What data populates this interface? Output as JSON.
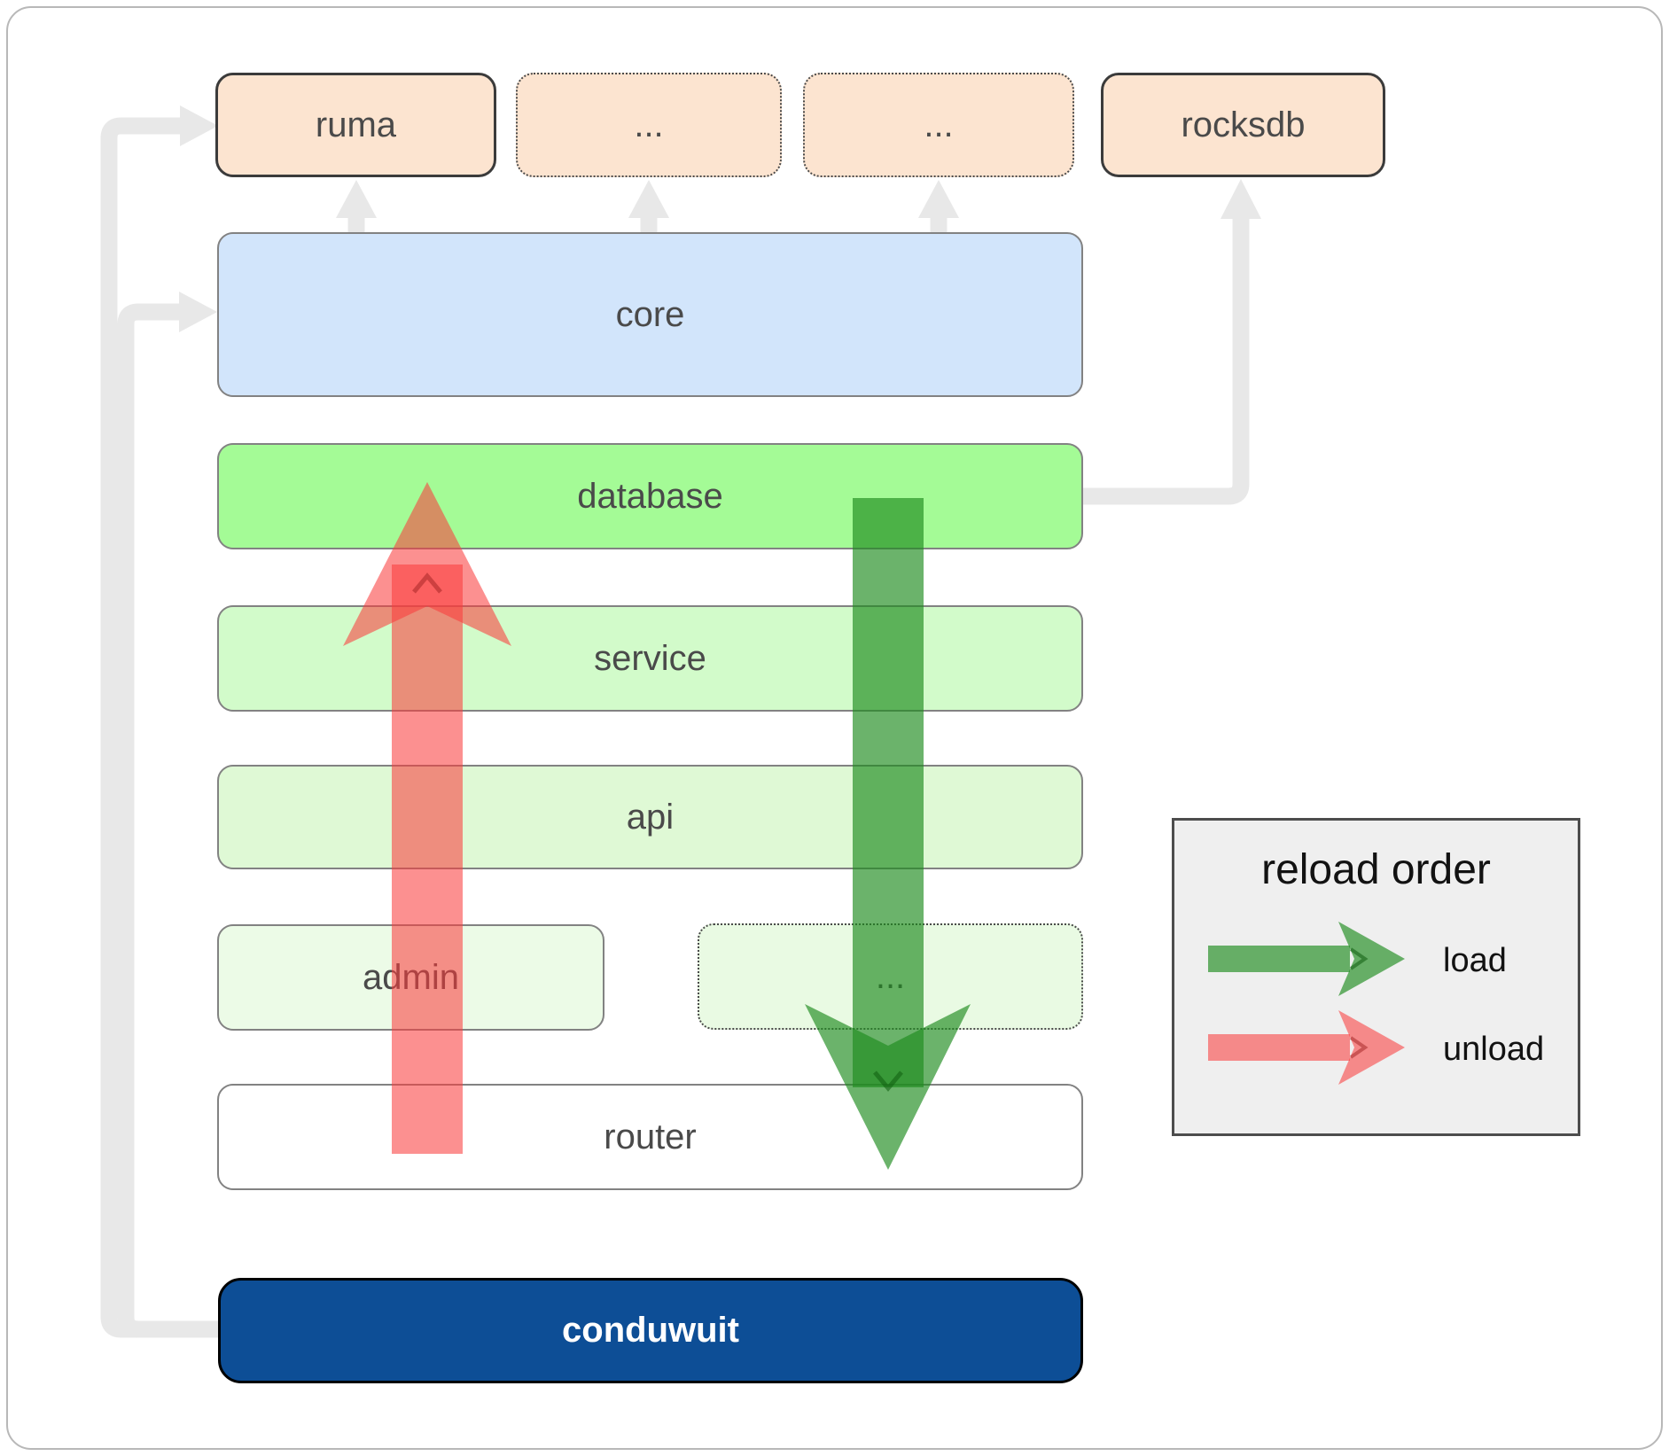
{
  "nodes": {
    "ruma": "ruma",
    "ellipsis_top_1": "...",
    "ellipsis_top_2": "...",
    "rocksdb": "rocksdb",
    "core": "core",
    "database": "database",
    "service": "service",
    "api": "api",
    "admin": "admin",
    "ellipsis_admin": "...",
    "router": "router",
    "conduwuit": "conduwuit"
  },
  "legend": {
    "title": "reload order",
    "items": [
      {
        "label": "load",
        "arrow_color": "#1f8c1f"
      },
      {
        "label": "unload",
        "arrow_color": "#fa3c3c"
      }
    ]
  },
  "colors": {
    "load_arrow_green": "#1f8c1f",
    "unload_arrow_red": "#fa3c3c",
    "connector_gray": "#e8e8e8",
    "conduwuit_fill": "#0d4e96",
    "database_fill": "#a4fb96",
    "core_fill": "#d2e5fb",
    "peach_fill": "#fce4d0",
    "label_text": "#4a4a4a"
  }
}
